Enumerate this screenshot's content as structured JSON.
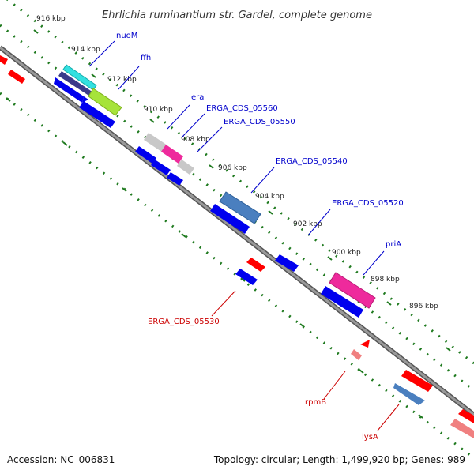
{
  "title": "Ehrlichia ruminantium str. Gardel, complete genome",
  "footer": {
    "accession": "Accession: NC_006831",
    "summary": "Topology: circular; Length: 1,499,920 bp; Genes: 989"
  },
  "colors": {
    "backbone": "#888888",
    "tick": "#1f7a1f",
    "forward_label": "#0000cc",
    "reverse_label": "#cc0000",
    "cds": "#0000ee",
    "rna": "#ff0000"
  },
  "ticks": [
    "916 kbp",
    "914 kbp",
    "912 kbp",
    "910 kbp",
    "908 kbp",
    "906 kbp",
    "904 kbp",
    "902 kbp",
    "900 kbp",
    "898 kbp",
    "896 kbp"
  ],
  "gene_labels": {
    "forward": [
      "nuoM",
      "ffh",
      "era",
      "ERGA_CDS_05560",
      "ERGA_CDS_05550",
      "ERGA_CDS_05540",
      "ERGA_CDS_05520",
      "priA"
    ],
    "reverse": [
      "ERGA_CDS_05530",
      "rpmB",
      "lysA"
    ]
  }
}
